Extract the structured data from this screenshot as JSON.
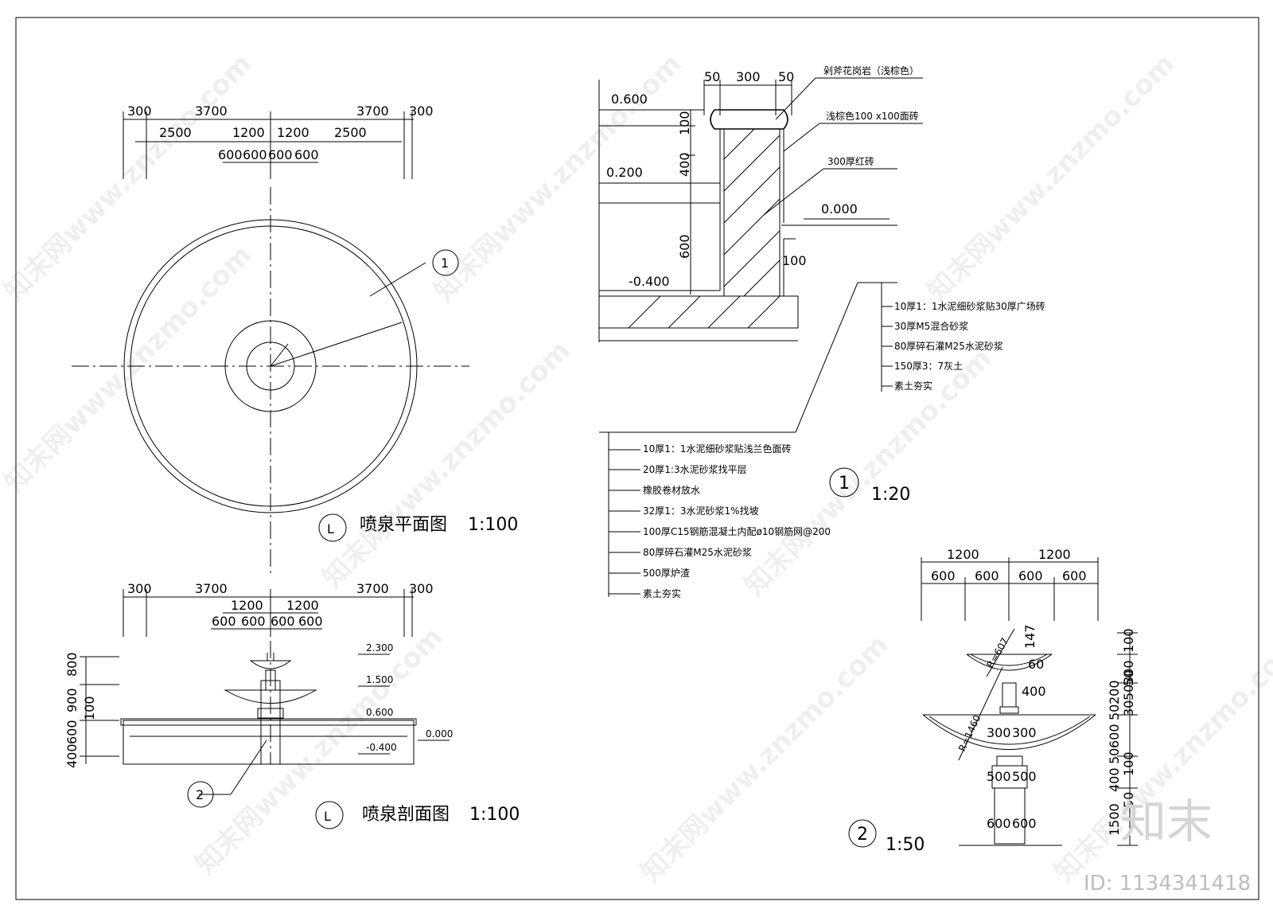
{
  "plan": {
    "title": "喷泉平面图",
    "scale": "1:100",
    "symbol": "L",
    "callout": "1",
    "dims_row1": [
      "300",
      "3700",
      "3700",
      "300"
    ],
    "dims_row2": [
      "2500",
      "1200",
      "1200",
      "2500"
    ],
    "dims_row3": [
      "600",
      "600",
      "600",
      "600"
    ]
  },
  "section": {
    "title": "喷泉剖面图",
    "scale": "1:100",
    "symbol": "L",
    "callout": "2",
    "dims_row1": [
      "300",
      "3700",
      "3700",
      "300"
    ],
    "dims_row2": [
      "1200",
      "1200"
    ],
    "dims_row3": [
      "600",
      "600",
      "600",
      "600"
    ],
    "left_dims": [
      "800",
      "900",
      "100",
      "600",
      "400"
    ],
    "levels": [
      "2.300",
      "1.500",
      "0.600",
      "-0.400",
      "0.000"
    ]
  },
  "detail1": {
    "number": "1",
    "scale": "1:20",
    "top_dims": [
      "50",
      "300",
      "50"
    ],
    "side_dims": [
      "100",
      "400",
      "600"
    ],
    "levels": [
      "0.600",
      "0.200",
      "0.000",
      "-0.400"
    ],
    "dim_100": "100",
    "labels_top": [
      "剁斧花岗岩（浅棕色）",
      "浅棕色100 x100面砖",
      "300厚红砖"
    ],
    "layers_right": [
      "10厚1：1水泥细砂浆贴30厚广场砖",
      "30厚M5混合砂浆",
      "80厚碎石灌M25水泥砂浆",
      "150厚3：7灰土",
      "素土夯实"
    ],
    "layers_left": [
      "10厚1：1水泥细砂浆贴浅兰色面砖",
      "20厚1:3水泥砂浆找平层",
      "橡胶卷材放水",
      "32厚1：3水泥砂浆1%找坡",
      "100厚C15钢筋混凝土内配ø10钢筋网@200",
      "80厚碎石灌M25水泥砂浆",
      "500厚炉渣",
      "素土夯实"
    ]
  },
  "detail2": {
    "number": "2",
    "scale": "1:50",
    "top_row1": [
      "1200",
      "1200"
    ],
    "top_row2": [
      "600",
      "600",
      "600",
      "600"
    ],
    "radius_labels": [
      "R=607",
      "R=1460"
    ],
    "inner_dims": [
      "60",
      "147",
      "400",
      "300",
      "300",
      "500",
      "500",
      "600",
      "600"
    ],
    "right_dims": [
      "100",
      "300",
      "50",
      "50",
      "30",
      "200",
      "50",
      "600",
      "50",
      "100",
      "400",
      "50",
      "1500"
    ]
  },
  "watermark": {
    "text": "知末网www.znzmo.com",
    "logo": "知末",
    "id": "ID: 1134341418"
  }
}
